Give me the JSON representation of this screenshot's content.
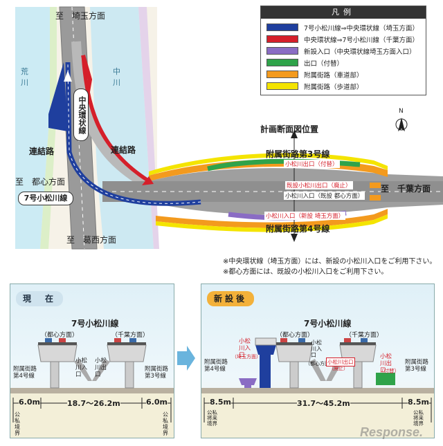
{
  "map": {
    "dir_saitama": "至　埼玉方面",
    "dir_toshin": "至　都心方面",
    "dir_kasai": "至　葛西方面",
    "dir_chiba": "至　千葉方面",
    "river_ara": "荒川",
    "river_naka": "中川",
    "central_loop": "中央環状線",
    "route7": "7号小松川線",
    "link_left": "連結路",
    "link_right": "連結路",
    "section_pos": "計画断面図位置",
    "side_road_3": "附属街路第3号線",
    "side_road_4": "附属街路第4号線",
    "exit_relocated": "小松川出口（付替）",
    "existing_exit": "既設小松川出口（廃止）",
    "existing_entrance": "小松川入口（既設 都心方面）",
    "new_entrance": "小松川入口（新設 埼玉方面）",
    "north": "N"
  },
  "legend": {
    "title": "凡例",
    "items": [
      {
        "label": "7号小松川線⇒中央環状線（埼玉方面）",
        "color": "#1f3f9e"
      },
      {
        "label": "中央環状線⇒7号小松川線（千葉方面）",
        "color": "#d51f2a"
      },
      {
        "label": "新設入口（中央環状線埼玉方面入口）",
        "color": "#8a6cc4"
      },
      {
        "label": "出口（付替）",
        "color": "#2fa34a"
      },
      {
        "label": "附属街路（車道部）",
        "color": "#f39a1e"
      },
      {
        "label": "附属街路（歩道部）",
        "color": "#f4e400"
      }
    ]
  },
  "notes": [
    "※中央環状線（埼玉方面）には、新設の小松川入口をご利用下さい。",
    "※都心方面には、既設の小松川入口をご利用下さい。"
  ],
  "current": {
    "tag": "現　在",
    "route": "7号小松川線",
    "toshin": "（都心方面）",
    "chiba": "（千葉方面）",
    "entrance": "小松川入口",
    "exit": "小松川出口",
    "side4": "附属街路第4号線",
    "side3": "附属街路第3号線",
    "dim_left": "6.0m",
    "dim_mid": "18.7〜26.2m",
    "dim_right": "6.0m",
    "boundary": "公私境界"
  },
  "new": {
    "tag": "新設後",
    "route": "7号小松川線",
    "toshin": "（都心方面）",
    "chiba": "（千葉方面）",
    "entrance_new": "小松川入口",
    "entrance_new_sub": "（埼玉方面）",
    "entrance_old": "小松川入口",
    "entrance_old_sub": "（都心方面）",
    "exit_old": "小松川出口",
    "exit_old_sub": "（廃止）",
    "exit_new": "小松川出口",
    "exit_new_sub": "（付替）",
    "side4": "附属街路第4号線",
    "side3": "附属街路第3号線",
    "dim_left": "8.5m",
    "dim_mid": "31.7〜45.2m",
    "dim_right": "8.5m",
    "boundary": "公私将来境界"
  },
  "watermark": "Response."
}
